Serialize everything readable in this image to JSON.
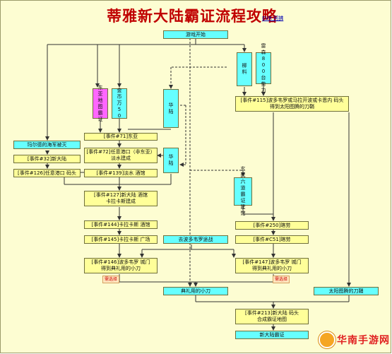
{
  "header": {
    "title": "蒂雅新大陆霸证流程攻略",
    "credit": "EVR 阿拂"
  },
  "nodes": {
    "start": "游戏开始",
    "ruins": "柳\n料",
    "cs800": "雷\n森\n8\n0\n0\n台\n势\n力",
    "event115": "[事件#115]波多韦罗或马拉开波或卡恩内 码头\n得到太阳图腾的刀鞘",
    "east_map": "东\n亚\n地\n图\n霸\n证",
    "gold": "金\n币\n万\n5\n0",
    "hua1": "华\n陆",
    "pirate": "玛尔德的海军被灭",
    "e71": "[事件#71]东亚",
    "e32": "[事件#32]新大陆",
    "e72": "[事件#72]任意港口（非东亚）\n淡水建成",
    "hua2": "华\n陆",
    "e126": "[事件#126]任意港口 码头",
    "e139": "[事件#139]淡水 酒馆",
    "side": "玄\n武\n六\n道\n霸\n证\n建\n馆",
    "e127": "[事件#127]新大陆 酒馆\n卡拉卡斯建成",
    "e144": "[事件#144]卡拉卡斯 酒馆",
    "e250": "[事件#250]喀劳",
    "e145": "[事件#145]卡拉卡斯 广场",
    "boro": "去波多韦罗途战",
    "e251": "[事件#C51]喀劳",
    "e146": "[事件#146]波多韦罗 城门\n得到典礼用的小刀",
    "e147": "[事件#147]波多韦罗 城门\n得到典礼用的小刀",
    "knife": "典礼用的小刀",
    "sheath": "太阳图腾的刀鞘",
    "e213": "[事件#213]新大陆 码头\n合成霸证地图",
    "end": "新大陆霸证"
  },
  "notes": {
    "n1": "需选择",
    "n2": "需选择"
  },
  "watermark": "华南手游网"
}
